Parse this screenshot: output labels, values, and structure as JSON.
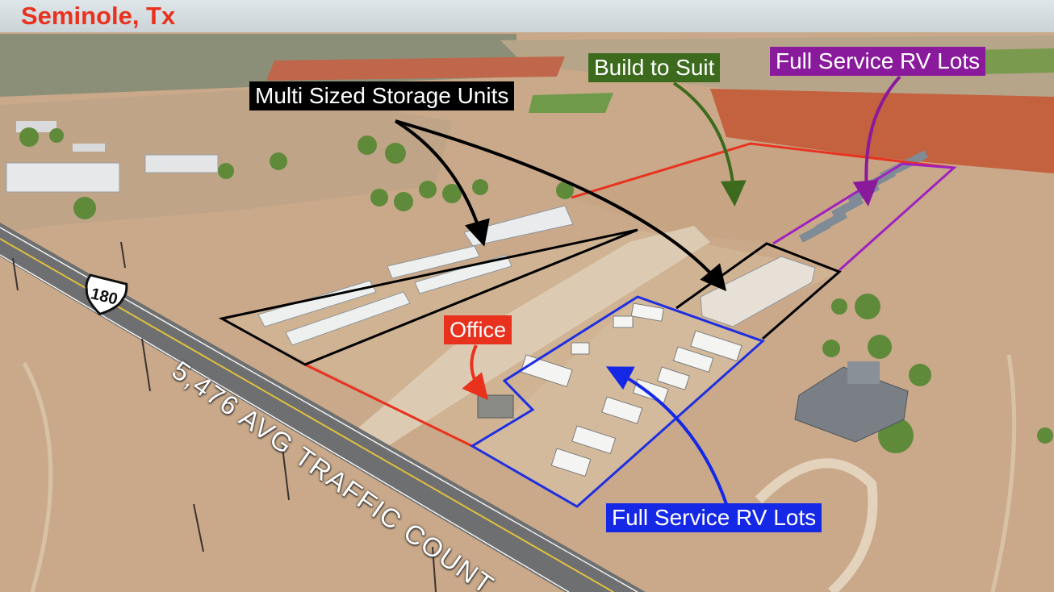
{
  "title": "Seminole, Tx",
  "highway_shield": "180",
  "traffic_count": "5,476 AVG TRAFFIC COUNT",
  "labels": {
    "storage": "Multi Sized Storage Units",
    "build": "Build to Suit",
    "rv_top": "Full Service RV Lots",
    "office": "Office",
    "rv_bottom": "Full Service RV Lots"
  },
  "colors": {
    "title": "#e8321e",
    "storage_outline": "#000000",
    "property_outline": "#e8321e",
    "rv_outline": "#1f2fe0",
    "rv_top_outline": "#a020c0",
    "build_label_bg": "#3c6b1e",
    "rv_top_label_bg": "#8a1a9c",
    "office_label_bg": "#e8321e",
    "rv_bottom_label_bg": "#1428e6"
  }
}
